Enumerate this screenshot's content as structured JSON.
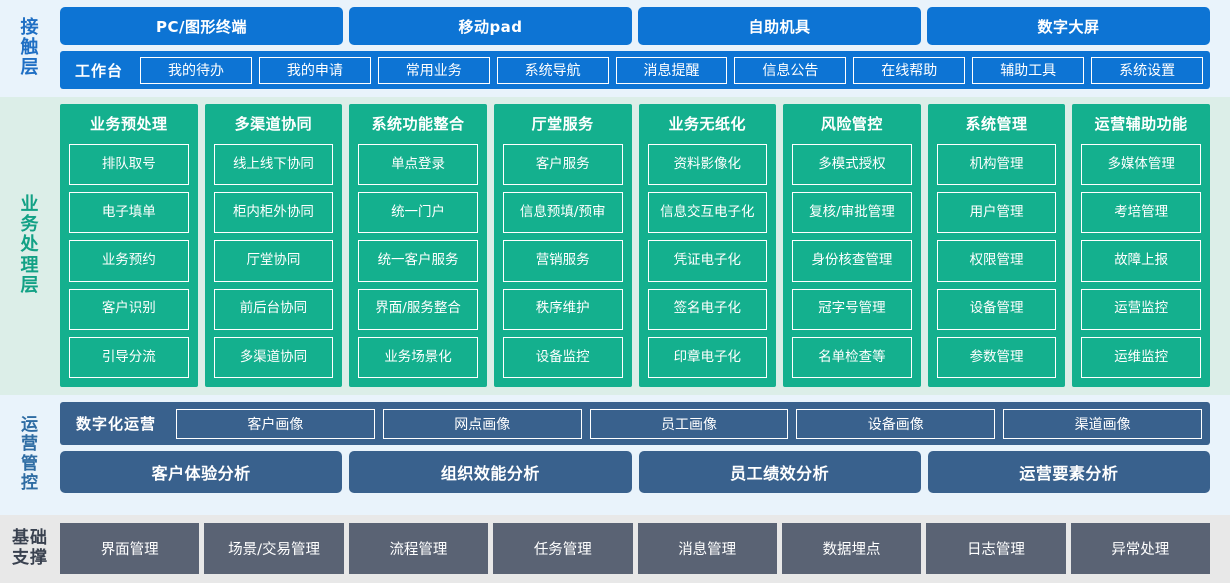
{
  "colors": {
    "accent_blue": "#0d74d4",
    "accent_green": "#14b08e",
    "accent_navy": "#39618d",
    "accent_gray": "#5a6374",
    "band_blue_bg": "#e9f3fb",
    "band_green_bg": "#dceee8",
    "band_gray_bg": "#e8e8e8"
  },
  "contact_layer": {
    "label": "接触层",
    "channels": [
      "PC/图形终端",
      "移动pad",
      "自助机具",
      "数字大屏"
    ],
    "workbench_title": "工作台",
    "workbench_items": [
      "我的待办",
      "我的申请",
      "常用业务",
      "系统导航",
      "消息提醒",
      "信息公告",
      "在线帮助",
      "辅助工具",
      "系统设置"
    ]
  },
  "business_layer": {
    "label": "业务处理层",
    "columns": [
      {
        "title": "业务预处理",
        "items": [
          "排队取号",
          "电子填单",
          "业务预约",
          "客户识别",
          "引导分流"
        ]
      },
      {
        "title": "多渠道协同",
        "items": [
          "线上线下协同",
          "柜内柜外协同",
          "厅堂协同",
          "前后台协同",
          "多渠道协同"
        ]
      },
      {
        "title": "系统功能整合",
        "items": [
          "单点登录",
          "统一门户",
          "统一客户服务",
          "界面/服务整合",
          "业务场景化"
        ]
      },
      {
        "title": "厅堂服务",
        "items": [
          "客户服务",
          "信息预填/预审",
          "营销服务",
          "秩序维护",
          "设备监控"
        ]
      },
      {
        "title": "业务无纸化",
        "items": [
          "资料影像化",
          "信息交互电子化",
          "凭证电子化",
          "签名电子化",
          "印章电子化"
        ]
      },
      {
        "title": "风险管控",
        "items": [
          "多模式授权",
          "复核/审批管理",
          "身份核查管理",
          "冠字号管理",
          "名单检查等"
        ]
      },
      {
        "title": "系统管理",
        "items": [
          "机构管理",
          "用户管理",
          "权限管理",
          "设备管理",
          "参数管理"
        ]
      },
      {
        "title": "运营辅助功能",
        "items": [
          "多媒体管理",
          "考培管理",
          "故障上报",
          "运营监控",
          "运维监控"
        ]
      }
    ]
  },
  "operations_layer": {
    "label": "运营管控",
    "digital_ops_title": "数字化运营",
    "portrait_items": [
      "客户画像",
      "网点画像",
      "员工画像",
      "设备画像",
      "渠道画像"
    ],
    "analysis_items": [
      "客户体验分析",
      "组织效能分析",
      "员工绩效分析",
      "运营要素分析"
    ]
  },
  "base_layer": {
    "label_line1": "基础",
    "label_line2": "支撑",
    "items": [
      "界面管理",
      "场景/交易管理",
      "流程管理",
      "任务管理",
      "消息管理",
      "数据埋点",
      "日志管理",
      "异常处理"
    ]
  }
}
